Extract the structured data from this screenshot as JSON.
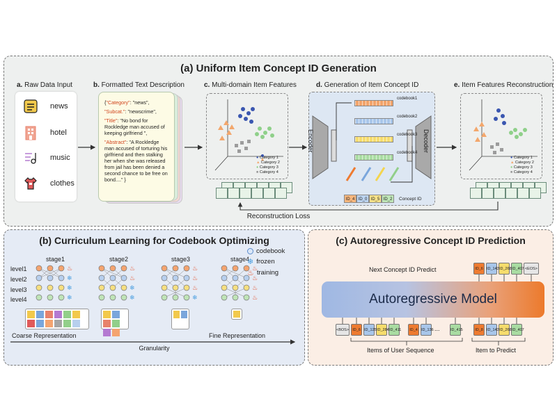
{
  "panel_a": {
    "title": "(a) Uniform Item Concept ID Generation",
    "step_a": {
      "letter": "a.",
      "label": "Raw Data Input"
    },
    "step_b": {
      "letter": "b.",
      "label": "Formatted Text Description"
    },
    "step_c": {
      "letter": "c.",
      "label": "Multi-domain Item Features"
    },
    "step_d": {
      "letter": "d.",
      "label": "Generation of Item Concept ID"
    },
    "step_e": {
      "letter": "e.",
      "label": "Item Features Reconstruction"
    },
    "raw_items": [
      {
        "label": "news",
        "icon": "news-icon",
        "color": "#f2c94c"
      },
      {
        "label": "hotel",
        "icon": "hotel-icon",
        "color": "#e8826c"
      },
      {
        "label": "music",
        "icon": "music-icon",
        "color": "#b47ad1"
      },
      {
        "label": "clothes",
        "icon": "clothes-icon",
        "color": "#e05a5a"
      }
    ],
    "text_card": {
      "open": "{",
      "category_key": "\"Category\"",
      "category_val": ": \"news\",",
      "subcat_key": "\"Subcat.\"",
      "subcat_val": ": \"newscrime\",",
      "title_key": "\"Title\"",
      "title_val": ": \"No bond for Rockledge man accused of keeping girlfriend \",",
      "abstract_key": "\"Abstract\"",
      "abstract_val": ": \"A Rockledge man accused of torturing his girlfriend and then stalking her when she was released from jail has been denied a second chance to be free on bond....\"",
      "close": "}"
    },
    "legend": [
      "Category 1",
      "Category 2",
      "Category 3",
      "Category 4"
    ],
    "encoder": "Encoder",
    "decoder": "Decoder",
    "codebooks": [
      "codebook1",
      "codebook2",
      "codebook3",
      "codebook4"
    ],
    "concept_ids": [
      "ID_4",
      "ID_0",
      "ID_5",
      "ID_2"
    ],
    "concept_id_label": "Concept ID",
    "reconstruction_loss": "Reconstruction Loss"
  },
  "panel_b": {
    "title": "(b) Curriculum Learning for Codebook Optimizing",
    "stages": [
      "stage1",
      "stage2",
      "stage3",
      "stage4"
    ],
    "levels": [
      "level1",
      "level2",
      "level3",
      "level4"
    ],
    "legend": [
      {
        "label": "codebook",
        "icon": "codebook-circle-icon"
      },
      {
        "label": "frozen",
        "icon": "snowflake-icon"
      },
      {
        "label": "training",
        "icon": "flame-icon"
      }
    ],
    "coarse_label": "Coarse Representation",
    "fine_label": "Fine Representation",
    "granularity_label": "Granularity"
  },
  "panel_c": {
    "title": "(c) Autoregressive Concept ID Prediction",
    "next_label": "Next Concept ID Predict",
    "model_label": "Autoregressive Model",
    "output_tokens": [
      "ID_6",
      "ID_143",
      "ID_268",
      "ID_407",
      "<EOS>"
    ],
    "input_tokens": [
      "<BOS>",
      "ID_6",
      "ID_125",
      "ID_284",
      "ID_411",
      "ID_4",
      "ID_136",
      "...",
      "ID_415"
    ],
    "target_tokens": [
      "ID_8",
      "ID_143",
      "ID_268",
      "ID_407"
    ],
    "items_label": "Items of User Sequence",
    "predict_label": "Item to Predict"
  },
  "colors": {
    "orange": "#ee7b30",
    "blue": "#7aa6dc",
    "yellow": "#f4d54e",
    "green": "#92cf8a",
    "grey": "#a5a5a5",
    "red_flame": "#e4512c",
    "frozen_blue": "#4a9ee0"
  }
}
